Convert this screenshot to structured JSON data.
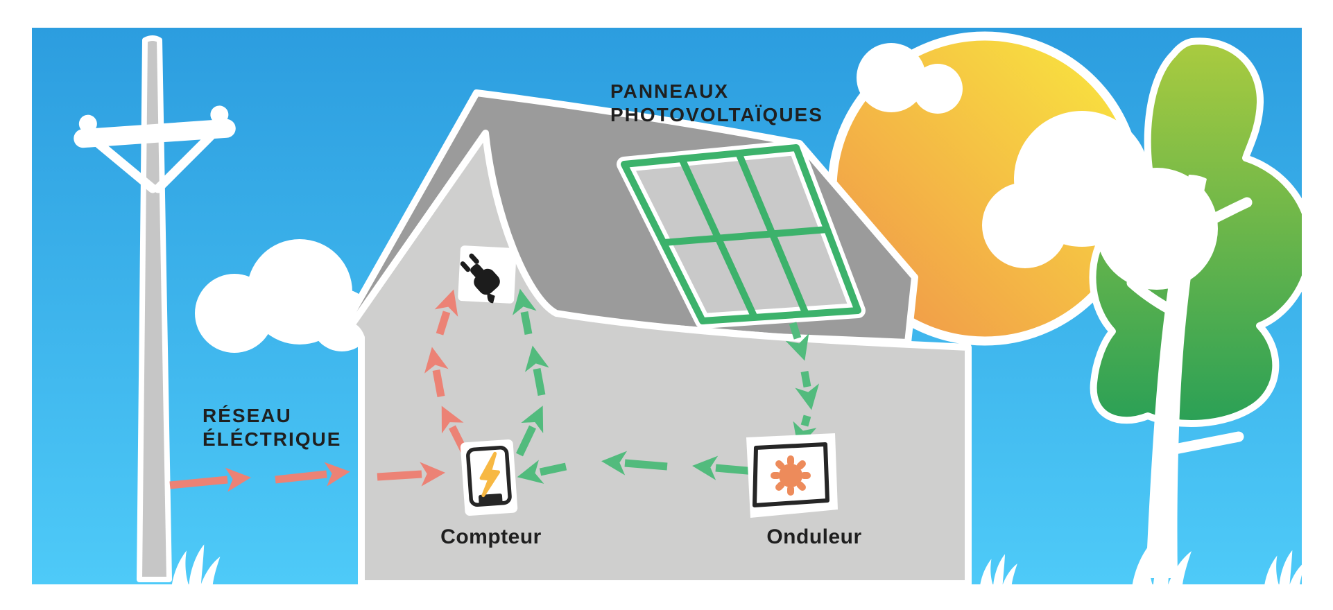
{
  "labels": {
    "solar_panels_line1": "PANNEAUX",
    "solar_panels_line2": "PHOTOVOLTAÏQUES",
    "grid_line1": "RÉSEAU",
    "grid_line2": "ÉLÉCTRIQUE",
    "meter": "Compteur",
    "inverter": "Onduleur"
  },
  "colors": {
    "sky_top": "#2c9ddf",
    "sky_bottom": "#4ecaf8",
    "frame_white": "#ffffff",
    "house_wall_gray": "#cfcfce",
    "roof_gray": "#9b9b9b",
    "panel_cell_gray": "#c9c9c9",
    "panel_frame_green": "#3cb26b",
    "arrow_green": "#52bb7d",
    "arrow_red": "#ec8275",
    "sun_orange": "#f0914b",
    "sun_yellow": "#f9ea3e",
    "tree_light_green": "#aacb3f",
    "tree_dark_green": "#2aa056",
    "pole_gray": "#c6c6c6",
    "bolt_yellow": "#f7b843",
    "inverter_sun_orange": "#ed8b5b",
    "icon_black": "#1c1c1c",
    "text_dark": "#1f1f1f"
  },
  "icons": {
    "outlet": "plug-icon",
    "meter": "electric-meter-lightning-icon",
    "inverter": "sun-gear-icon"
  },
  "diagram": {
    "type": "energy-flow-illustration",
    "nodes": [
      {
        "id": "reseau",
        "label": "RÉSEAU ÉLÉCTRIQUE",
        "kind": "power-grid-pole"
      },
      {
        "id": "panneaux",
        "label": "PANNEAUX PHOTOVOLTAÏQUES",
        "kind": "solar-panels-on-roof"
      },
      {
        "id": "onduleur",
        "label": "Onduleur",
        "kind": "inverter-box"
      },
      {
        "id": "compteur",
        "label": "Compteur",
        "kind": "electric-meter"
      },
      {
        "id": "prise",
        "label": "",
        "kind": "power-outlet"
      }
    ],
    "flows": [
      {
        "from": "reseau",
        "to": "compteur",
        "color": "red",
        "style": "dashed-arrows"
      },
      {
        "from": "compteur",
        "to": "prise",
        "color": "red",
        "style": "dashed-arrows"
      },
      {
        "from": "panneaux",
        "to": "onduleur",
        "color": "green",
        "style": "dashed-arrows"
      },
      {
        "from": "onduleur",
        "to": "compteur",
        "color": "green",
        "style": "dashed-arrows"
      },
      {
        "from": "compteur",
        "to": "prise",
        "color": "green",
        "style": "dashed-arrows"
      }
    ]
  }
}
